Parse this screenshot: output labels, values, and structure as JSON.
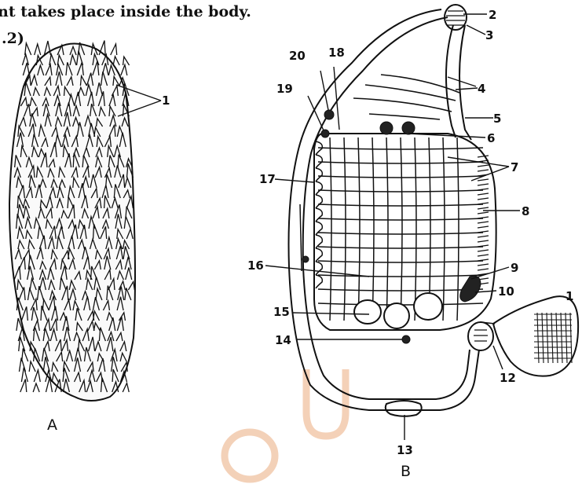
{
  "header": {
    "line": "nt takes place inside the body.",
    "fig_ref": ".2)"
  },
  "figure_a": {
    "caption": "A",
    "labels": [
      "1"
    ]
  },
  "figure_b": {
    "caption": "B",
    "labels": [
      "1",
      "2",
      "3",
      "4",
      "5",
      "6",
      "7",
      "8",
      "9",
      "10",
      "12",
      "13",
      "14",
      "15",
      "16",
      "17",
      "18",
      "19",
      "20"
    ]
  },
  "watermark": "O U",
  "colors": {
    "ink": "#111111",
    "watermark": "#f2c9ac",
    "paper": "#ffffff"
  }
}
